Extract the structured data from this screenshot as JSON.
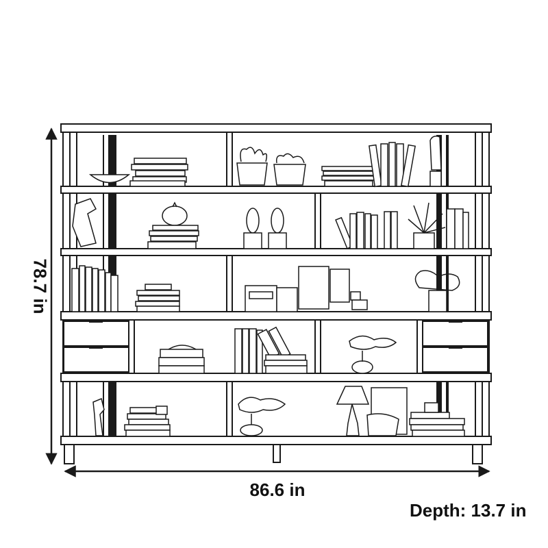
{
  "dimensions": {
    "width": "86.6 in",
    "height": "78.7 in",
    "depth": "Depth: 13.7 in"
  },
  "colors": {
    "line": "#1a1a1a",
    "background": "#ffffff",
    "shade": "#e9e9e9"
  }
}
